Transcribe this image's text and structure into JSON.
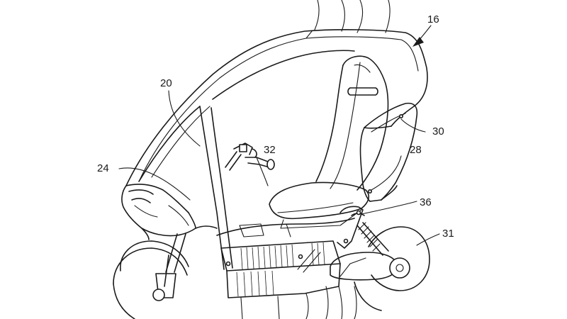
{
  "figure": {
    "labels": {
      "l16": "16",
      "l20": "20",
      "l24": "24",
      "l28": "28",
      "l30": "30",
      "l31": "31",
      "l32": "32",
      "l36": "36"
    }
  }
}
